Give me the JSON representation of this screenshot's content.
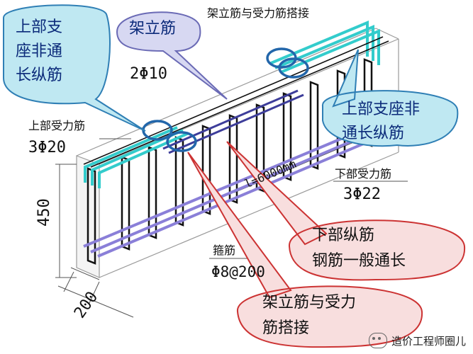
{
  "labels": {
    "lap_top": "架立筋与受力筋搭接",
    "top_bar_label": "上部受力筋",
    "top_bar_spec": "3Φ20",
    "erection_spec": "2Φ10",
    "bottom_bar_label": "下部受力筋",
    "bottom_bar_spec": "3Φ22",
    "length": "l=6000mm",
    "stirrup_label": "箍筋",
    "stirrup_spec": "Φ8@200",
    "height": "450",
    "width": "200"
  },
  "callouts": {
    "top_left": "上部支\n座非通\n长纵筋",
    "erection": "架立筋",
    "right_upper": "上部支座非\n通长纵筋",
    "bottom_long": "下部纵筋\n钢筋一般通长",
    "lap_bottom": "架立筋与受力\n筋搭接"
  },
  "watermark": "造价工程师圈儿",
  "colors": {
    "cyan_bar": "#33cccc",
    "purple_bar": "#8a7fd8",
    "blue_callout_fill": "#bfe8f2",
    "blue_callout_stroke": "#2f7fb5",
    "lavender_callout_fill": "#d7d8f2",
    "red_callout_fill": "#f8dede",
    "red_callout_stroke": "#cc3333",
    "circle_blue": "#2266aa"
  }
}
